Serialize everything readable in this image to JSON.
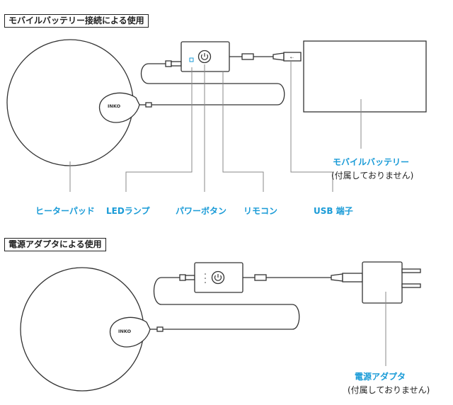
{
  "sections": {
    "battery": {
      "title": "モバイルバッテリー接続による使用"
    },
    "adapter": {
      "title": "電源アダプタによる使用"
    }
  },
  "labels": {
    "heater_pad": "ヒーターパッド",
    "led_lamp": "LEDランプ",
    "power_button": "パワーボタン",
    "remote": "リモコン",
    "usb_port": "USB 端子",
    "mobile_battery": "モバイルバッテリー",
    "adapter": "電源アダプタ",
    "not_included": "(付属しておりません)"
  },
  "product": {
    "brand_mark": "INKO"
  },
  "colors": {
    "accent": "#1a9bd7",
    "line": "#333333",
    "leader": "#888888"
  }
}
